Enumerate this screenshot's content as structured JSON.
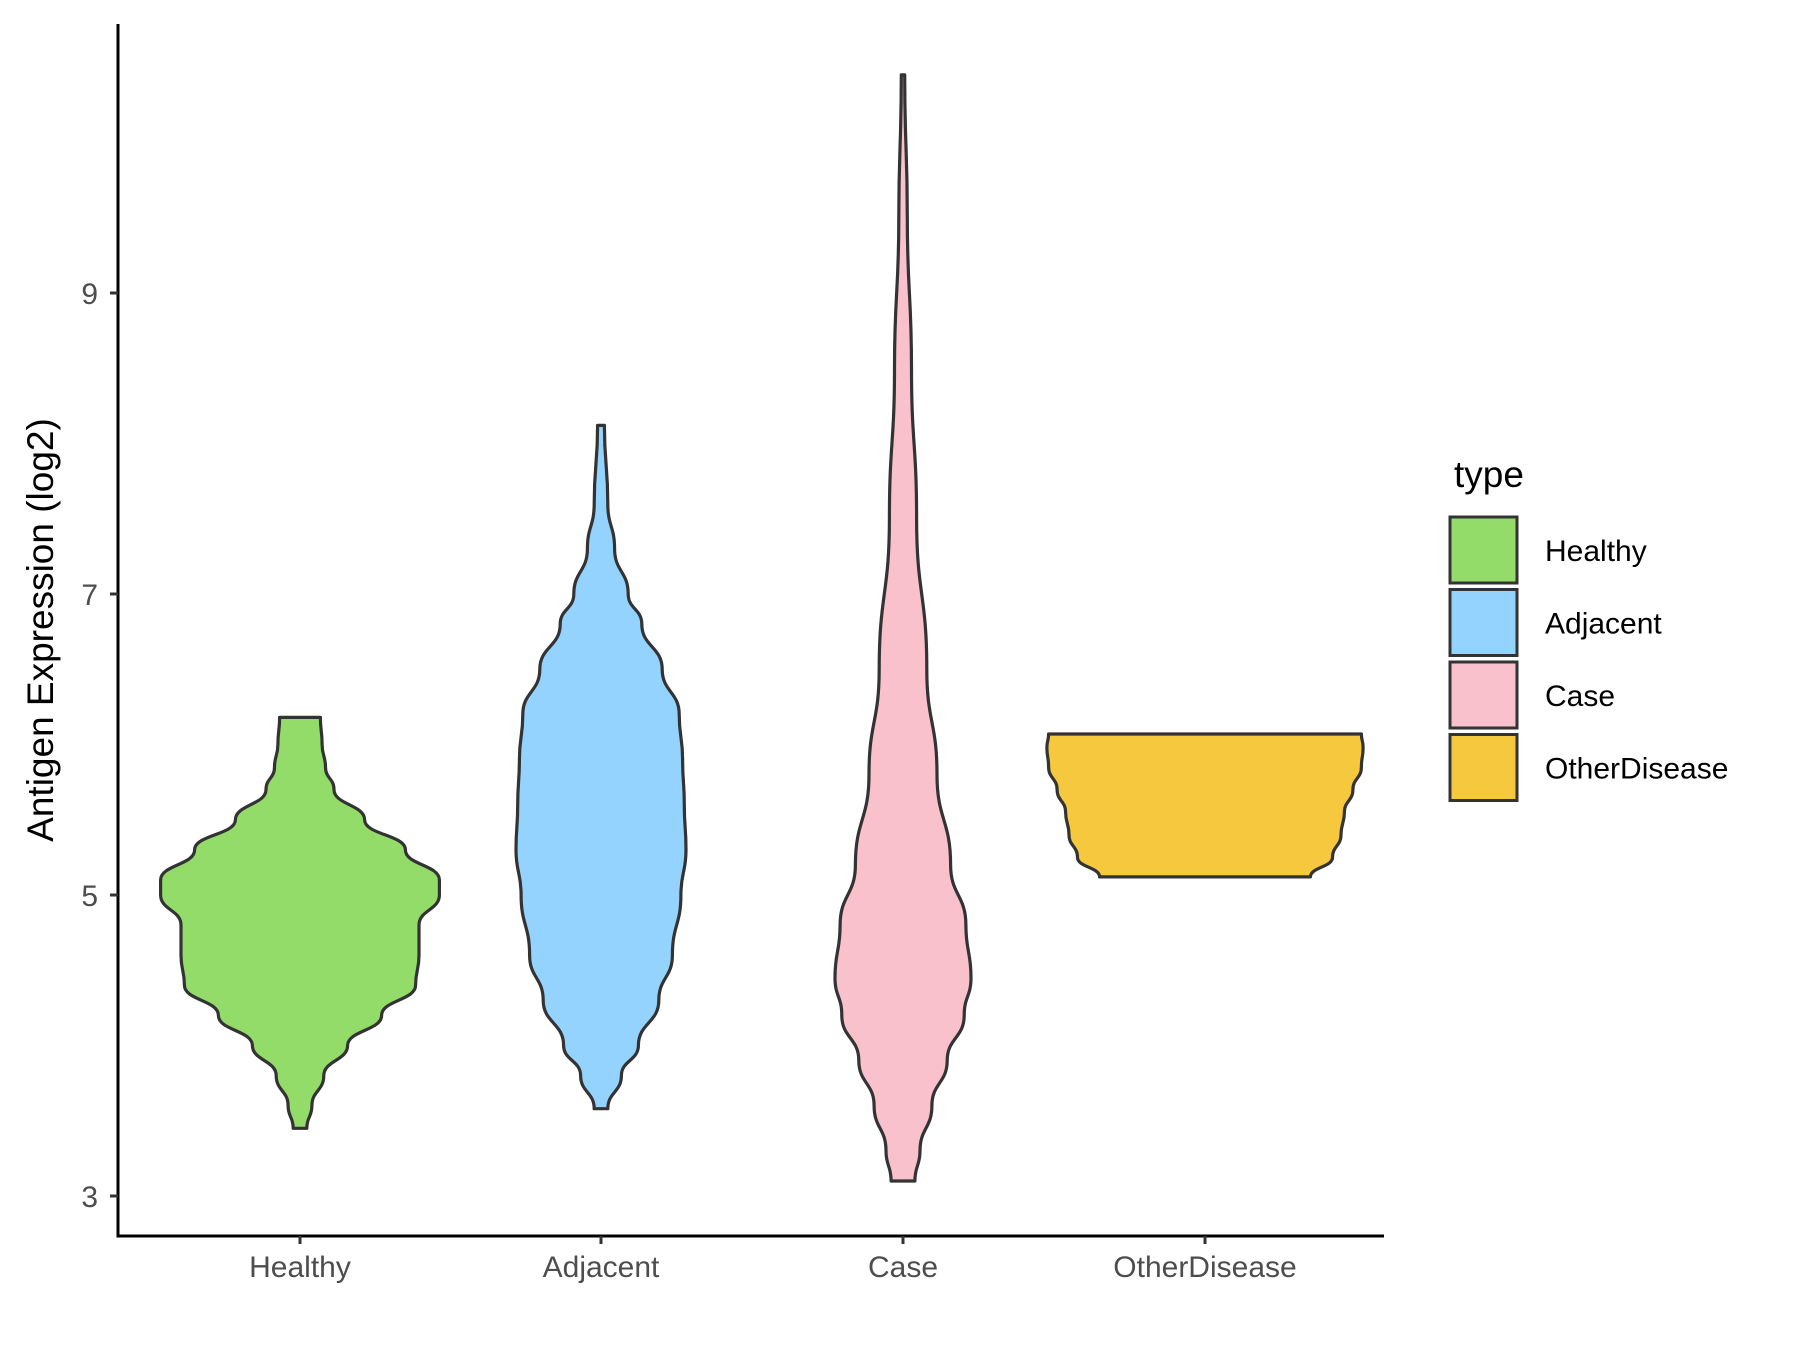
{
  "chart_data": {
    "type": "violin",
    "title": "",
    "xlabel": "",
    "ylabel": "Antigen Expression (log2)",
    "ylim": [
      2.75,
      10.8
    ],
    "yticks": [
      3,
      5,
      7,
      9
    ],
    "categories": [
      "Healthy",
      "Adjacent",
      "Case",
      "OtherDisease"
    ],
    "colors": {
      "Healthy": "#93dc6a",
      "Adjacent": "#93d3fe",
      "Case": "#f8c1cc",
      "OtherDisease": "#f6c83e"
    },
    "legend": {
      "title": "type",
      "position": "right",
      "entries": [
        "Healthy",
        "Adjacent",
        "Case",
        "OtherDisease"
      ]
    },
    "grid": false,
    "series": [
      {
        "category": "Healthy",
        "min": 3.45,
        "max": 6.18,
        "density_profile": [
          [
            3.45,
            0.04
          ],
          [
            3.6,
            0.07
          ],
          [
            3.8,
            0.14
          ],
          [
            4.0,
            0.28
          ],
          [
            4.2,
            0.48
          ],
          [
            4.4,
            0.68
          ],
          [
            4.6,
            0.7
          ],
          [
            4.8,
            0.7
          ],
          [
            5.0,
            0.82
          ],
          [
            5.1,
            0.82
          ],
          [
            5.3,
            0.62
          ],
          [
            5.5,
            0.38
          ],
          [
            5.7,
            0.2
          ],
          [
            5.85,
            0.15
          ],
          [
            6.0,
            0.13
          ],
          [
            6.18,
            0.12
          ]
        ]
      },
      {
        "category": "Adjacent",
        "min": 3.58,
        "max": 8.12,
        "density_profile": [
          [
            3.58,
            0.04
          ],
          [
            3.8,
            0.12
          ],
          [
            4.0,
            0.22
          ],
          [
            4.3,
            0.34
          ],
          [
            4.6,
            0.42
          ],
          [
            5.0,
            0.47
          ],
          [
            5.3,
            0.5
          ],
          [
            5.6,
            0.49
          ],
          [
            5.9,
            0.48
          ],
          [
            6.2,
            0.46
          ],
          [
            6.5,
            0.36
          ],
          [
            6.8,
            0.24
          ],
          [
            7.0,
            0.16
          ],
          [
            7.3,
            0.08
          ],
          [
            7.6,
            0.04
          ],
          [
            8.12,
            0.02
          ]
        ]
      },
      {
        "category": "Case",
        "min": 3.1,
        "max": 10.45,
        "density_profile": [
          [
            3.1,
            0.07
          ],
          [
            3.3,
            0.1
          ],
          [
            3.6,
            0.17
          ],
          [
            3.9,
            0.26
          ],
          [
            4.2,
            0.36
          ],
          [
            4.45,
            0.4
          ],
          [
            4.8,
            0.37
          ],
          [
            5.2,
            0.28
          ],
          [
            5.8,
            0.2
          ],
          [
            6.5,
            0.14
          ],
          [
            7.5,
            0.08
          ],
          [
            8.5,
            0.05
          ],
          [
            9.5,
            0.025
          ],
          [
            10.45,
            0.01
          ]
        ]
      },
      {
        "category": "OtherDisease",
        "min": 5.12,
        "max": 6.07,
        "density_profile": [
          [
            5.12,
            0.62
          ],
          [
            5.25,
            0.75
          ],
          [
            5.4,
            0.8
          ],
          [
            5.55,
            0.82
          ],
          [
            5.7,
            0.87
          ],
          [
            5.85,
            0.92
          ],
          [
            5.98,
            0.93
          ],
          [
            6.07,
            0.92
          ]
        ]
      }
    ]
  }
}
